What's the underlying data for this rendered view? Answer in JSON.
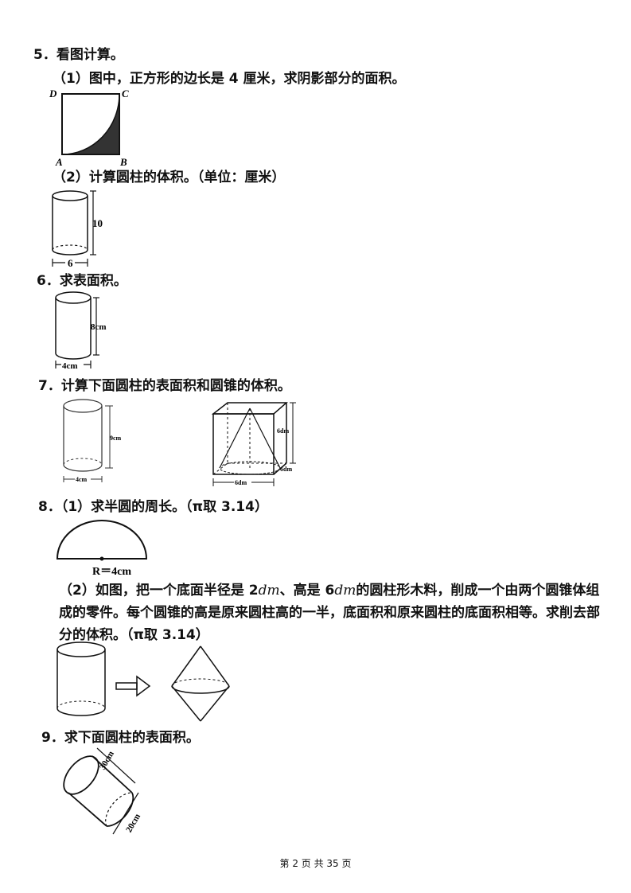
{
  "q5": {
    "title": "5．看图计算。",
    "sub1": "（1）图中，正方形的边长是 4 厘米，求阴影部分的面积。",
    "fig1": {
      "D": "D",
      "C": "C",
      "A": "A",
      "B": "B"
    },
    "sub2": "（2）计算圆柱的体积。（单位：厘米）",
    "fig2": {
      "height": "10",
      "width": "6"
    }
  },
  "q6": {
    "title": "6．求表面积。",
    "fig": {
      "height": "8cm",
      "width": "4cm"
    }
  },
  "q7": {
    "title": "7．计算下面圆柱的表面积和圆锥的体积。",
    "cyl": {
      "height": "9cm",
      "width": "4cm"
    },
    "cube": {
      "height": "6dm",
      "depth": "6dm",
      "width": "6dm"
    }
  },
  "q8": {
    "title": "8．（1）求半圆的周长。（π取 3.14）",
    "radius": "R＝4cm",
    "sub2_a": "（2）如图，把一个底面半径是 2",
    "unit1": "dm",
    "sub2_b": "、高是 6",
    "unit2": "dm",
    "sub2_c": "的圆柱形木料，削成一个由两个圆锥体组成的零件。每个圆锥的高是原来圆柱高的一半，底面积和原来圆柱的底面积相等。求削去部分的体积。（π取 3.14）"
  },
  "q9": {
    "title": "9．求下面圆柱的表面积。",
    "fig": {
      "length": "30cm",
      "diameter": "20cm"
    }
  },
  "footer": "第 2 页 共 35 页"
}
